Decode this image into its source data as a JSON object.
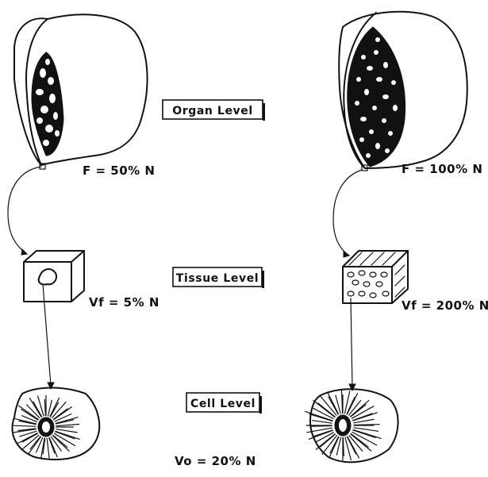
{
  "levels": {
    "organ": "Organ Level",
    "tissue": "Tissue Level",
    "cell": "Cell Level"
  },
  "left": {
    "organ_value": "F = 50% N",
    "tissue_value": "Vf = 5% N"
  },
  "right": {
    "organ_value": "F = 100% N",
    "tissue_value": "Vf = 200% N"
  },
  "cell_value": "Vo = 20% N"
}
